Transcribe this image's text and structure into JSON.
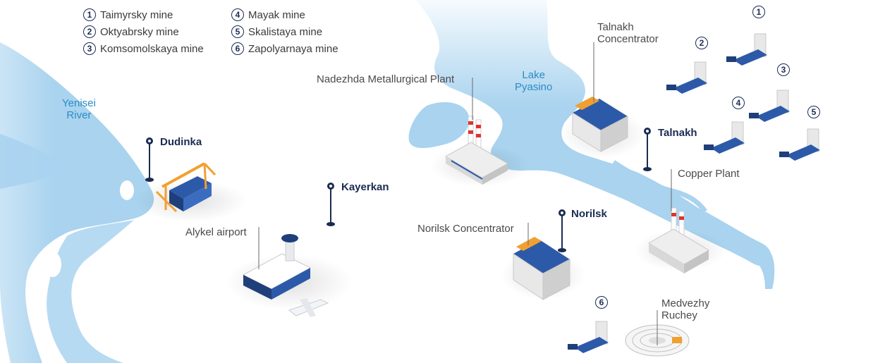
{
  "legend": [
    {
      "num": "1",
      "name": "Taimyrsky mine"
    },
    {
      "num": "2",
      "name": "Oktyabrsky mine"
    },
    {
      "num": "3",
      "name": "Komsomolskaya mine"
    },
    {
      "num": "4",
      "name": "Mayak mine"
    },
    {
      "num": "5",
      "name": "Skalistaya mine"
    },
    {
      "num": "6",
      "name": "Zapolyarnaya mine"
    }
  ],
  "water": {
    "river": "Yenisei\nRiver",
    "lake": "Lake\nPyasino"
  },
  "cities": {
    "dudinka": "Dudinka",
    "kayerkan": "Kayerkan",
    "talnakh": "Talnakh",
    "norilsk": "Norilsk"
  },
  "facilities": {
    "nadezhda": "Nadezhda Metallurgical Plant",
    "talnakh_concentrator": "Talnakh\nConcentrator",
    "copper_plant": "Copper Plant",
    "norilsk_concentrator": "Norilsk Concentrator",
    "airport": "Alykel airport",
    "medvezhy": "Medvezhy\nRuchey"
  },
  "mine_badges": [
    "1",
    "2",
    "3",
    "4",
    "5",
    "6"
  ],
  "colors": {
    "water": "#a9d3ef",
    "navy": "#1a2b52",
    "building_blue": "#2d5aa8",
    "crane_orange": "#f0a030",
    "label_blue": "#2a8cc4"
  }
}
